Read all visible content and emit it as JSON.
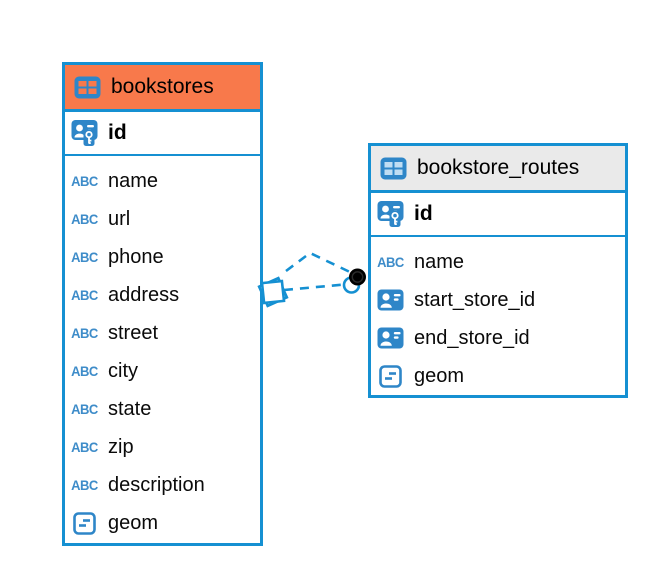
{
  "diagram": {
    "kind": "entity-relationship-diagram",
    "background": "#ffffff"
  },
  "colors": {
    "accent_blue": "#1590D2",
    "icon_blue": "#2E86C8",
    "bookstores_header": "#F8794B",
    "routes_header": "#EAEAEA",
    "relationship_dot": "#000000",
    "text": "#000000"
  },
  "icons": {
    "table": "table-grid-icon",
    "primary_key": "id-card-with-key-icon",
    "foreign_ref": "id-card-icon",
    "geometry_type": "geometry-box-icon",
    "text_type_label": "ABC"
  },
  "tables": [
    {
      "name": "bookstores",
      "header_color": "#F8794B",
      "primary_key": {
        "name": "id",
        "icon": "id-card-with-key-icon"
      },
      "columns": [
        {
          "name": "name",
          "type": "text"
        },
        {
          "name": "url",
          "type": "text"
        },
        {
          "name": "phone",
          "type": "text"
        },
        {
          "name": "address",
          "type": "text"
        },
        {
          "name": "street",
          "type": "text"
        },
        {
          "name": "city",
          "type": "text"
        },
        {
          "name": "state",
          "type": "text"
        },
        {
          "name": "zip",
          "type": "text"
        },
        {
          "name": "description",
          "type": "text"
        },
        {
          "name": "geom",
          "type": "geometry"
        }
      ]
    },
    {
      "name": "bookstore_routes",
      "header_color": "#EAEAEA",
      "primary_key": {
        "name": "id",
        "icon": "id-card-with-key-icon"
      },
      "columns": [
        {
          "name": "name",
          "type": "text"
        },
        {
          "name": "start_store_id",
          "type": "reference"
        },
        {
          "name": "end_store_id",
          "type": "reference"
        },
        {
          "name": "geom",
          "type": "geometry"
        }
      ]
    }
  ],
  "relationship": {
    "from_table": "bookstores",
    "to_table": "bookstore_routes",
    "line_style": "dashed",
    "from_marker": "stacked-squares",
    "to_marker": "filled-dot"
  }
}
